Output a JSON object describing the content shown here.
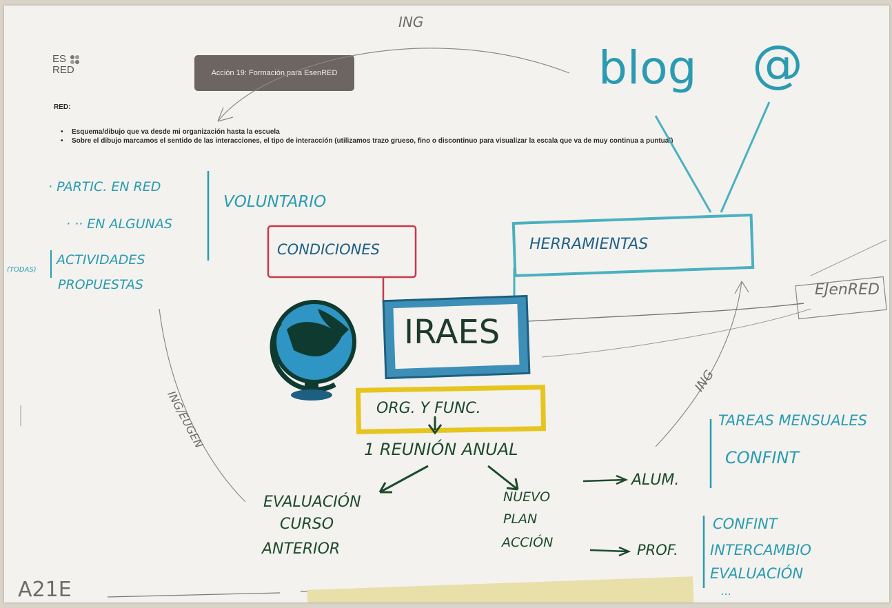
{
  "printed": {
    "logo_text": "ES RED",
    "banner": "Acción 19: Formación para EsenRED",
    "red_label": "RED:",
    "bullets": [
      "Esquema/dibujo que va desde mi organización hasta la escuela",
      "Sobre el dibujo marcamos el sentido de las interacciones, el tipo de interacción (utilizamos trazo grueso, fino o discontinuo para visualizar la escala que va de muy continua a puntual)"
    ]
  },
  "handwritten": {
    "top_arc_label": "ING",
    "blog": "blog",
    "at_sign": "@",
    "left_notes": {
      "line1": "· PARTIC. EN RED",
      "line2": "·  ··  EN ALGUNAS",
      "line3": "ACTIVIDADES",
      "line4": "PROPUESTAS",
      "margin": "(TODAS)",
      "side": "VOLUNTARIO"
    },
    "condiciones": "CONDICIONES",
    "herramientas": "HERRAMIENTAS",
    "center": "IRAES",
    "ejenred": "EJenRED",
    "org_func": "ORG. Y FUNC.",
    "reunion": "1 REUNIÓN ANUAL",
    "evaluacion": [
      "EVALUACIÓN",
      "CURSO",
      "ANTERIOR"
    ],
    "nuevo_plan": [
      "NUEVO",
      "PLAN",
      "ACCIÓN"
    ],
    "alum": "ALUM.",
    "alum_items": [
      "TAREAS MENSUALES",
      "CONFINT"
    ],
    "prof": "PROF.",
    "prof_items": [
      "CONFINT",
      "INTERCAMBIO",
      "EVALUACIÓN",
      "..."
    ],
    "ing_right": "ING",
    "ing_left_arc": "ING/EUGEN",
    "bottom_left": "A21E"
  },
  "colors": {
    "teal": "#2a9bb0",
    "blue": "#1f6fa8",
    "dark_green": "#1d4a2c",
    "red": "#c8384a",
    "yellow": "#e6c51e",
    "pencil": "#6c6c6c"
  },
  "icons": [
    "globe-icon",
    "logo-icon"
  ]
}
